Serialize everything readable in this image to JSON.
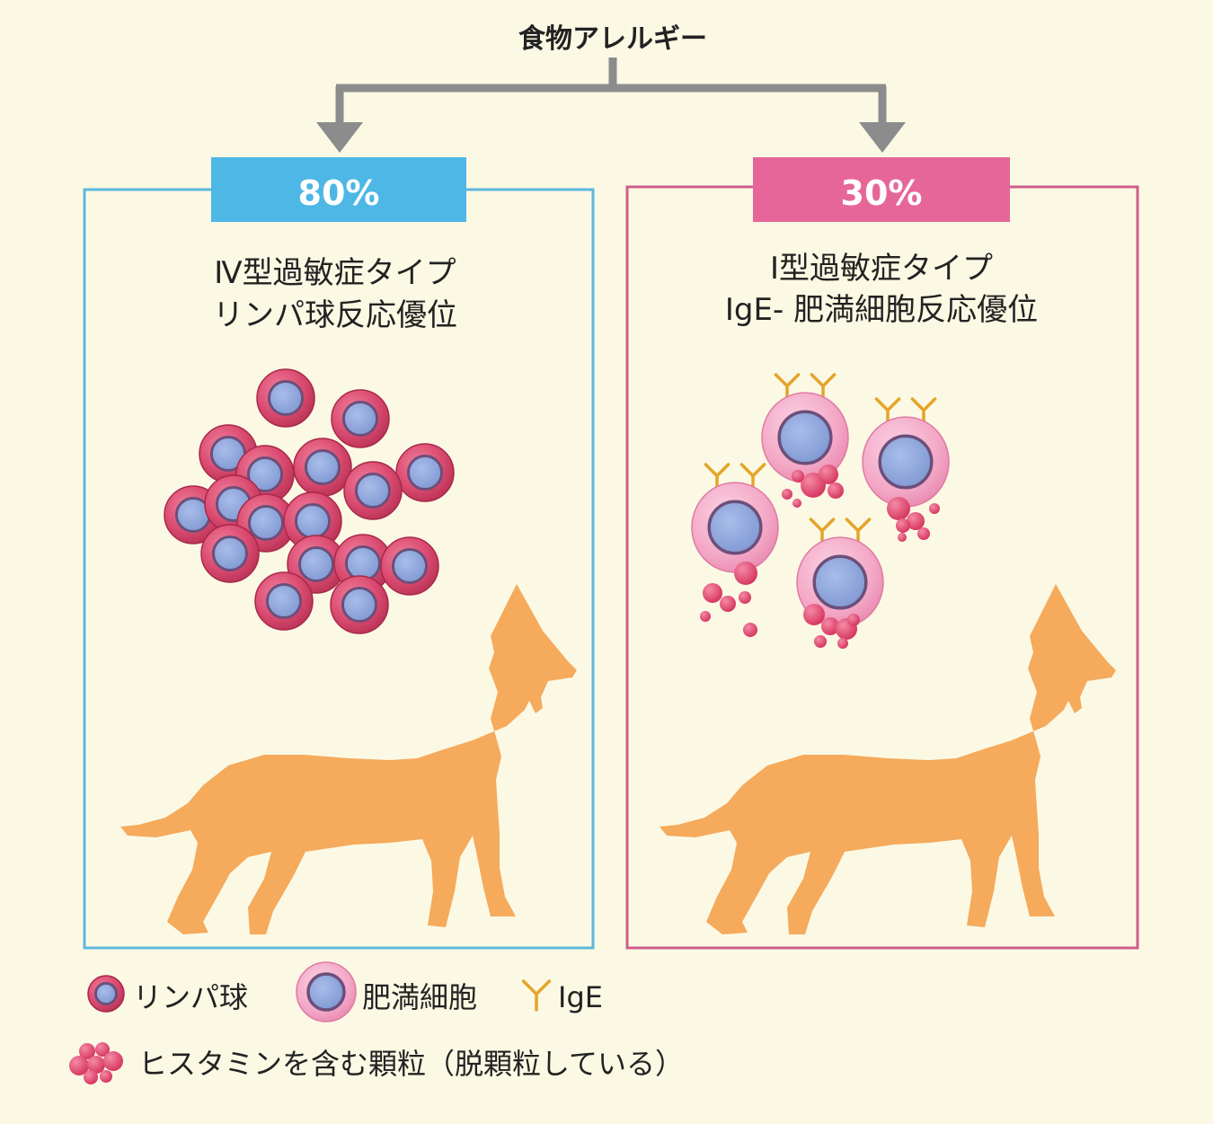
{
  "title": "食物アレルギー",
  "colors": {
    "background": "#fbf9e4",
    "arrow": "#8c8c8c",
    "blue_box": "#4db7e6",
    "blue_frame": "#5cb8de",
    "pink_box": "#e6669a",
    "pink_frame": "#cf5e8c",
    "lymphocyte_ring": "#d9486d",
    "mast_cell": "#f3a9c7",
    "nucleus": "#8ea6da",
    "nucleus_border": "#6c4f7a",
    "ige": "#e5a42a",
    "granule": "#e04c78",
    "dog": "#f5aa5c"
  },
  "left_panel": {
    "percent": "80%",
    "line1": "Ⅳ型過敏症タイプ",
    "line2": "リンパ球反応優位"
  },
  "right_panel": {
    "percent": "30%",
    "line1": "Ⅰ型過敏症タイプ",
    "line2": "IgE- 肥満細胞反応優位"
  },
  "legend": {
    "lymphocyte": "リンパ球",
    "mast_cell": "肥満細胞",
    "ige": "IgE",
    "granules": "ヒスタミンを含む顆粒（脱顆粒している）"
  },
  "icons": {
    "lymphocyte": "lymphocyte-icon",
    "mast_cell": "mast-cell-icon",
    "ige": "ige-antibody-icon",
    "granules": "histamine-granule-icon",
    "dog": "dog-silhouette-icon"
  }
}
